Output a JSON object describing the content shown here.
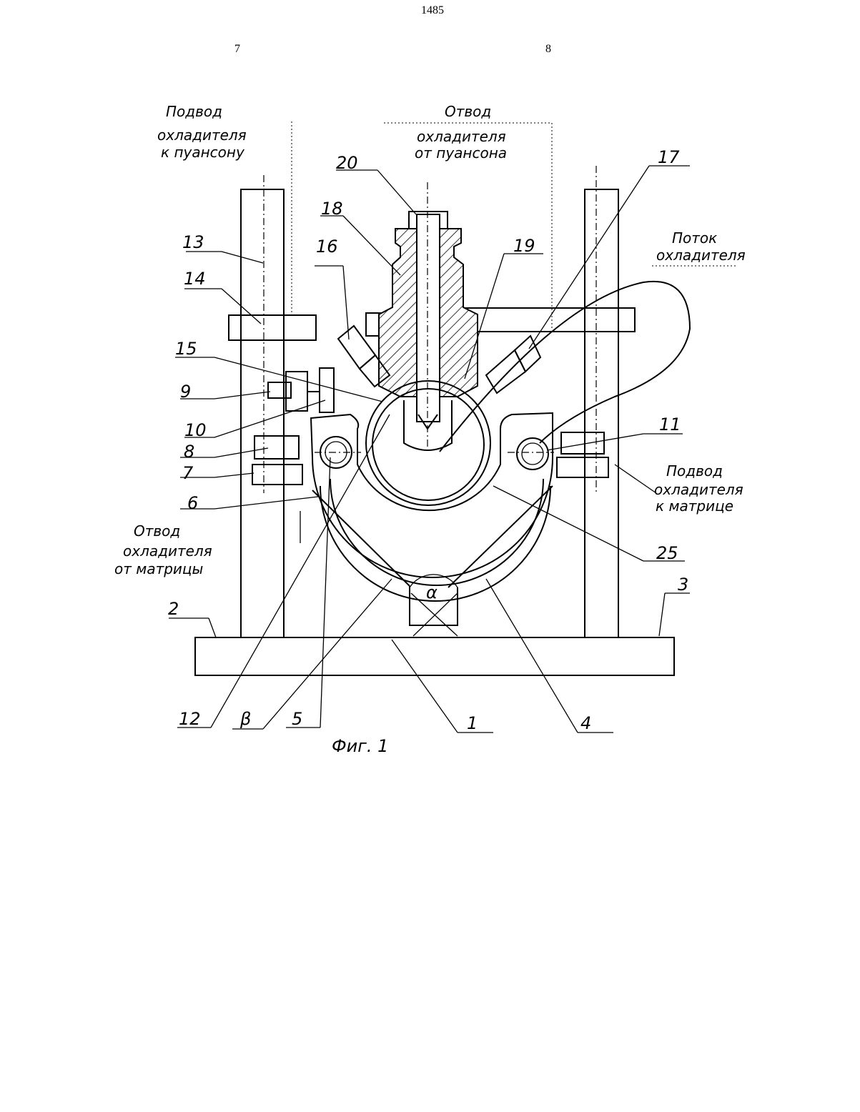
{
  "header": {
    "page_number": "1485",
    "column_left": "7",
    "column_right": "8"
  },
  "figure": {
    "caption": "Фиг. 1",
    "annotations": {
      "supply_punch_1": "Подвод",
      "supply_punch_2": "охладителя",
      "supply_punch_3": "к пуансону",
      "drain_punch_1": "Отвод",
      "drain_punch_2": "охладителя",
      "drain_punch_3": "от пуансона",
      "flow_1": "Поток",
      "flow_2": "охладителя",
      "supply_die_1": "Подвод",
      "supply_die_2": "охладителя",
      "supply_die_3": "к матрице",
      "drain_die_1": "Отвод",
      "drain_die_2": "охладителя",
      "drain_die_3": "от матрицы",
      "angle_alpha": "α"
    },
    "callouts": {
      "c1": "1",
      "c2": "2",
      "c3": "3",
      "c4": "4",
      "c5": "5",
      "c6": "6",
      "c7": "7",
      "c8": "8",
      "c9": "9",
      "c10": "10",
      "c11": "11",
      "c12": "12",
      "c13": "13",
      "c14": "14",
      "c15": "15",
      "c16": "16",
      "c17": "17",
      "c18": "18",
      "c19": "19",
      "c20": "20",
      "c25": "25",
      "cbeta": "β"
    }
  }
}
